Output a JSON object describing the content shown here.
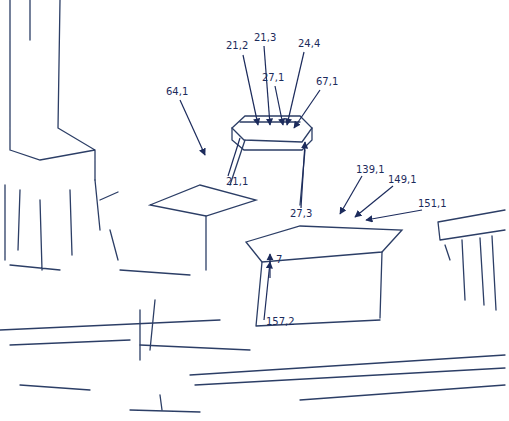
{
  "diagram": {
    "labels": [
      "64,1",
      "21,2",
      "21,3",
      "24,4",
      "27,1",
      "67,1",
      "21,1",
      "27,3",
      "139,1",
      "149,1",
      "151,1",
      "7",
      "157,2"
    ]
  }
}
